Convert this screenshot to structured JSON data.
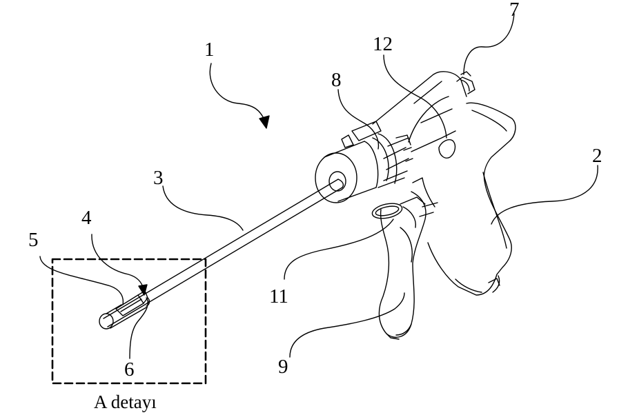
{
  "figure": {
    "reference_numerals": {
      "r1": "1",
      "r2": "2",
      "r3": "3",
      "r4": "4",
      "r5": "5",
      "r6": "6",
      "r7": "7",
      "r8": "8",
      "r9": "9",
      "r11": "11",
      "r12": "12"
    },
    "detail_caption": "A detayı"
  }
}
